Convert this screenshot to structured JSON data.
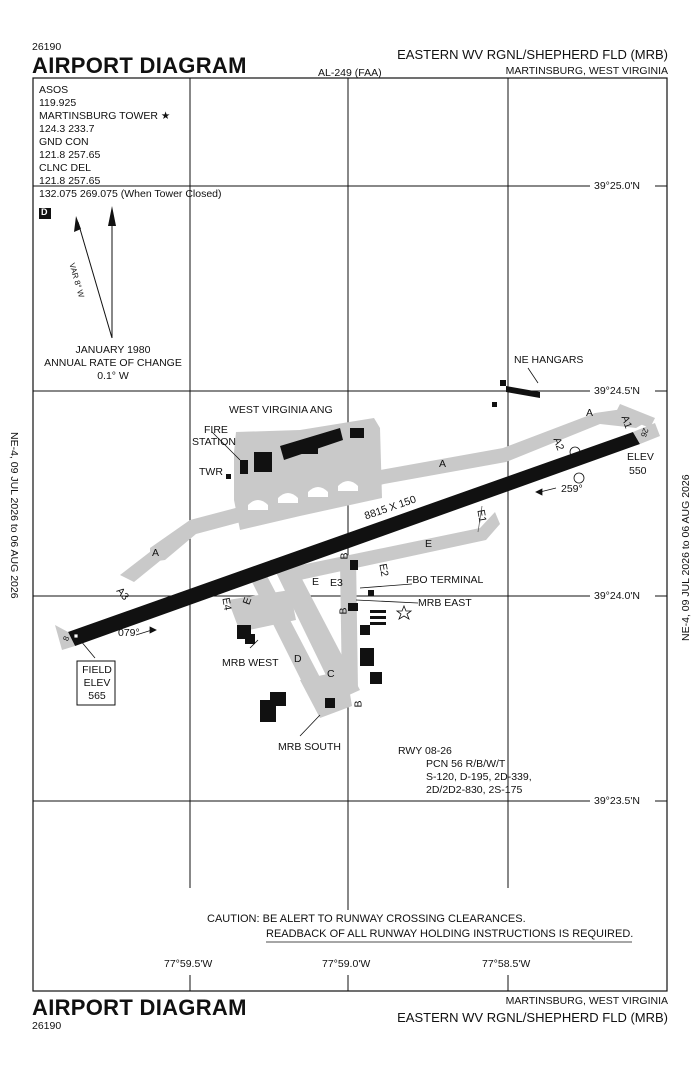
{
  "header": {
    "doc_number": "26190",
    "title": "AIRPORT DIAGRAM",
    "airport_name": "EASTERN WV RGNL/SHEPHERD FLD (MRB)",
    "city": "MARTINSBURG, WEST VIRGINIA",
    "al_number": "AL-249 (FAA)"
  },
  "footer": {
    "title": "AIRPORT DIAGRAM",
    "doc_number": "26190",
    "city": "MARTINSBURG, WEST VIRGINIA",
    "airport_name": "EASTERN WV RGNL/SHEPHERD FLD (MRB)"
  },
  "side_text": "NE-4, 09 JUL 2026 to 06 AUG 2026",
  "frequencies": [
    "ASOS",
    "119.925",
    "MARTINSBURG TOWER ★",
    "124.3  233.7",
    "GND CON",
    "121.8  257.65",
    "CLNC DEL",
    "121.8  257.65",
    "132.075  269.075 (When Tower Closed)"
  ],
  "d_box": "D",
  "magvar": {
    "arrow_label": "VAR 8° W",
    "line1": "JANUARY 1980",
    "line2": "ANNUAL RATE OF CHANGE",
    "line3": "0.1° W"
  },
  "latitudes": [
    "39°25.0'N",
    "39°24.5'N",
    "39°24.0'N",
    "39°23.5'N"
  ],
  "longitudes": [
    "77°59.5'W",
    "77°59.0'W",
    "77°58.5'W"
  ],
  "labels": {
    "ne_hangars": "NE HANGARS",
    "wv_ang": "WEST VIRGINIA ANG",
    "fire_station_1": "FIRE",
    "fire_station_2": "STATION",
    "twr": "TWR",
    "elev_east_1": "ELEV",
    "elev_east_2": "550",
    "hdg_259": "259°",
    "hdg_079": "079°",
    "rwy_dims": "8815 X 150",
    "fbo": "FBO TERMINAL",
    "mrb_east": "MRB EAST",
    "mrb_west": "MRB WEST",
    "mrb_south": "MRB SOUTH",
    "field_elev_1": "FIELD",
    "field_elev_2": "ELEV",
    "field_elev_3": "565",
    "rwy_end_8": "8",
    "rwy_end_26": "26"
  },
  "taxiways": {
    "a": "A",
    "a1": "A1",
    "a2": "A2",
    "a3": "A3",
    "b": "B",
    "c": "C",
    "d": "D",
    "e": "E",
    "e1": "E1",
    "e2": "E2",
    "e3": "E3",
    "e4": "E4"
  },
  "runway_info": [
    "RWY 08-26",
    "PCN 56 R/B/W/T",
    "S-120, D-195, 2D-339,",
    "2D/2D2-830, 2S-175"
  ],
  "caution": {
    "line1": "CAUTION: BE ALERT TO RUNWAY CROSSING CLEARANCES.",
    "line2": "READBACK OF ALL RUNWAY HOLDING INSTRUCTIONS IS REQUIRED."
  }
}
